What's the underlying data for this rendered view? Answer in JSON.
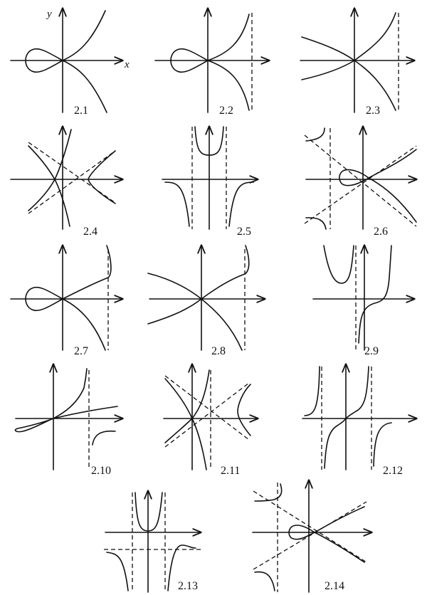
{
  "axis_labels": {
    "x": "x",
    "y": "y"
  },
  "panels": [
    {
      "id": "p1",
      "label": "2.1"
    },
    {
      "id": "p2",
      "label": "2.2"
    },
    {
      "id": "p3",
      "label": "2.3"
    },
    {
      "id": "p4",
      "label": "2.4"
    },
    {
      "id": "p5",
      "label": "2.5"
    },
    {
      "id": "p6",
      "label": "2.6"
    },
    {
      "id": "p7",
      "label": "2.7"
    },
    {
      "id": "p8",
      "label": "2.8"
    },
    {
      "id": "p9",
      "label": "2.9"
    },
    {
      "id": "p10",
      "label": "2.10"
    },
    {
      "id": "p11",
      "label": "2.11"
    },
    {
      "id": "p12",
      "label": "2.12"
    },
    {
      "id": "p13",
      "label": "2.13"
    },
    {
      "id": "p14",
      "label": "2.14"
    }
  ]
}
